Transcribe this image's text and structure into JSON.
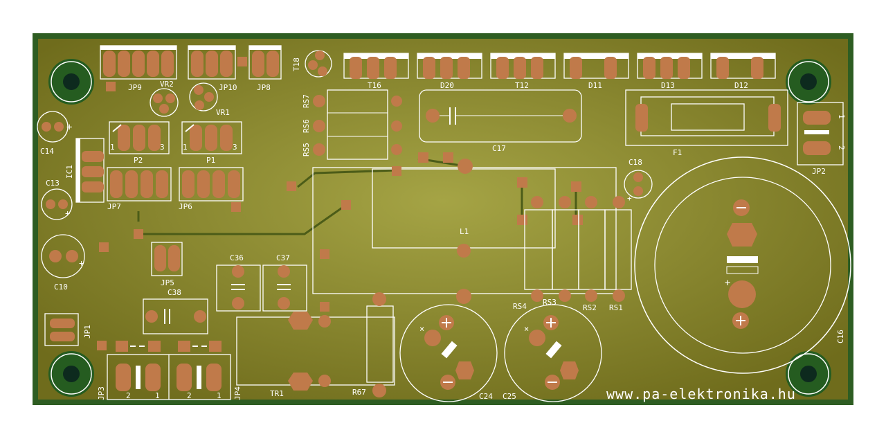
{
  "board": {
    "website": "www.pa-elektronika.hu",
    "colors": {
      "mask": "#8a8a26",
      "edge": "#2e5d22",
      "pad": "#c07a4a",
      "silk": "#ffffff",
      "trace": "#5d6b1c",
      "hole": "#0d2a1e"
    }
  },
  "labels": {
    "jp9": "JP9",
    "vr2": "VR2",
    "jp10": "JP10",
    "jp8": "JP8",
    "t18": "T18",
    "t16": "T16",
    "d20": "D20",
    "t12": "T12",
    "d11": "D11",
    "d13": "D13",
    "d12": "D12",
    "vr1": "VR1",
    "rs7": "RS7",
    "rs6": "RS6",
    "rs5": "RS5",
    "c17": "C17",
    "f1": "F1",
    "jp2": "JP2",
    "jp2_pin1": "1",
    "jp2_pin2": "2",
    "c14": "C14",
    "ic1": "IC1",
    "c13": "C13",
    "p2": "P2",
    "p1": "P1",
    "p2_pin1": "1",
    "p2_pin3": "3",
    "p1_pin1": "1",
    "p1_pin3": "3",
    "jp7": "JP7",
    "jp6": "JP6",
    "c18": "C18",
    "l1": "L1",
    "c10": "C10",
    "jp5": "JP5",
    "c36": "C36",
    "c37": "C37",
    "c38": "C38",
    "rs4": "RS4",
    "rs3": "RS3",
    "rs2": "RS2",
    "rs1": "RS1",
    "jp1": "JP1",
    "jp3": "JP3",
    "jp4": "JP4",
    "tr1": "TR1",
    "r67": "R67",
    "c24": "C24",
    "c25": "C25",
    "c16": "C16",
    "jp3_pin2": "2",
    "jp3_pin1": "1",
    "jp4_pin2": "2",
    "jp4_pin1": "1"
  }
}
